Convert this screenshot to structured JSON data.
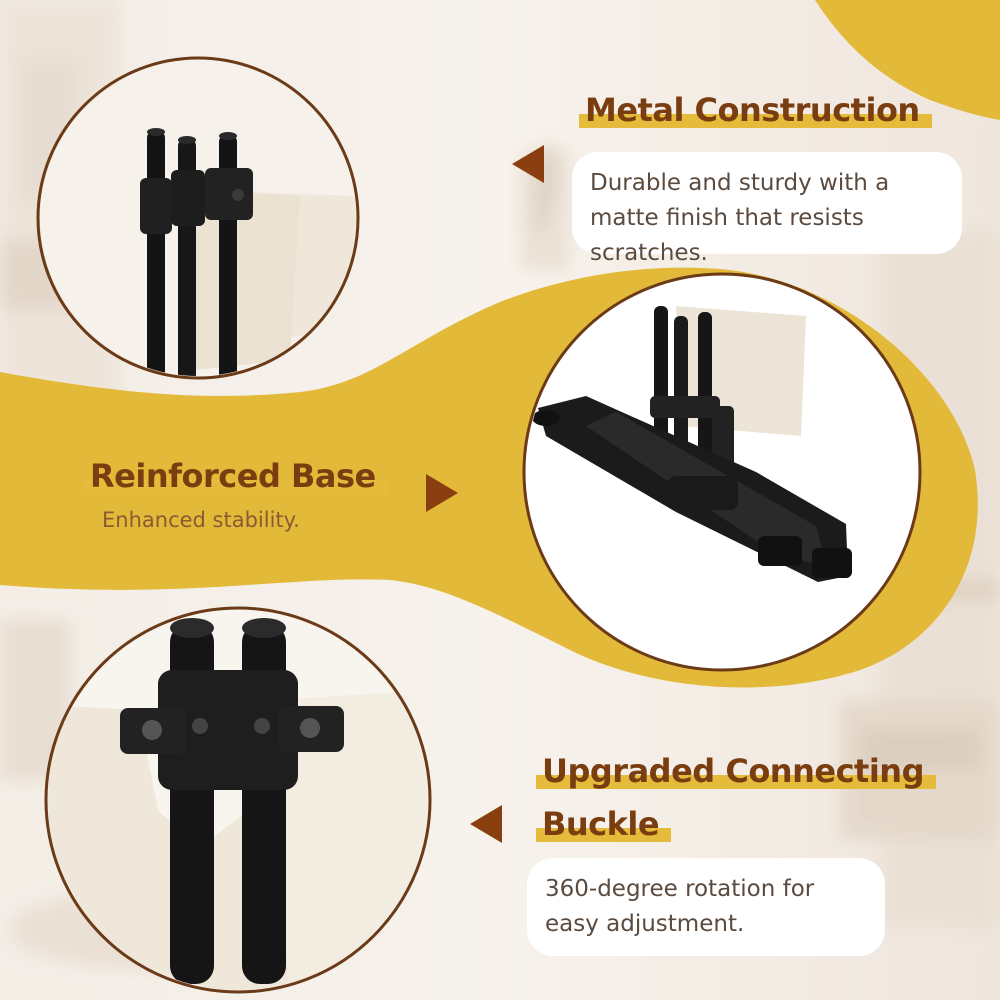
{
  "colors": {
    "accent_gold": "#e3b93a",
    "title_brown": "#7a3d10",
    "arrow_brown": "#8a3f10",
    "circle_ring": "#6b3a17",
    "body_text": "#5b4a3e"
  },
  "features": [
    {
      "title": "Metal Construction",
      "description": "Durable and sturdy with a matte finish that resists scratches.",
      "image": "triple-pole-clamp-closeup",
      "arrow": "left"
    },
    {
      "title": "Reinforced Base",
      "description": "Enhanced stability.",
      "image": "t-shaped-base-foot",
      "arrow": "right"
    },
    {
      "title_line1": "Upgraded Connecting",
      "title_line2": "Buckle",
      "description": "360-degree rotation for easy adjustment.",
      "image": "connecting-buckle-closeup",
      "arrow": "left"
    }
  ]
}
